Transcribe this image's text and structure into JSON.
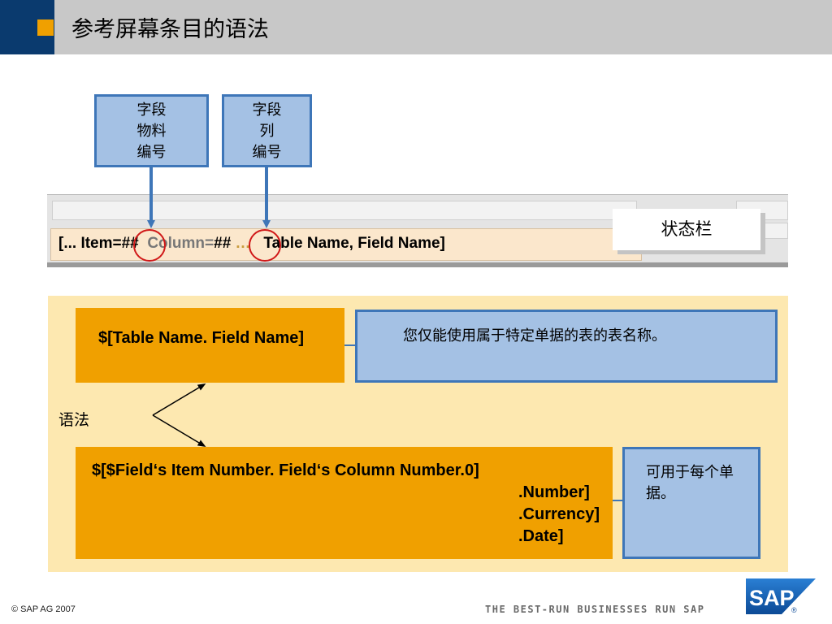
{
  "header": {
    "title": "参考屏幕条目的语法"
  },
  "field_boxes": [
    {
      "lines": [
        "字段",
        "物料",
        "编号"
      ]
    },
    {
      "lines": [
        "字段",
        "列",
        "编号"
      ]
    }
  ],
  "status_bar": {
    "item_label": "[... Item=",
    "item_hash": "##",
    "column_label": "Column=",
    "column_hash": "##",
    "ellipsis": "…",
    "table_field": "Table Name, Field Name]",
    "status_box_label": "状态栏"
  },
  "syntax": {
    "label": "语法",
    "table_field_syntax": "$[Table Name. Field Name]",
    "table_field_note": "您仅能使用属于特定单据的表的表名称。",
    "item_column_syntax": [
      "$[$Field‘s Item Number. Field‘s Column Number.0]",
      ".Number]",
      ".Currency]",
      ".Date]"
    ],
    "item_column_note": "可用于每个单据。"
  },
  "footer": {
    "copyright": "©  SAP AG 2007",
    "tagline": "THE BEST-RUN BUSINESSES RUN SAP",
    "logo_text": "SAP",
    "logo_mark": "®"
  },
  "colors": {
    "header_dark": "#0a3a6e",
    "header_accent": "#f0a000",
    "box_blue": "#a4c1e4",
    "box_blue_border": "#3e76b8",
    "orange": "#f0a000",
    "panel_cream": "#fde8b0",
    "circle_red": "#d01818"
  }
}
